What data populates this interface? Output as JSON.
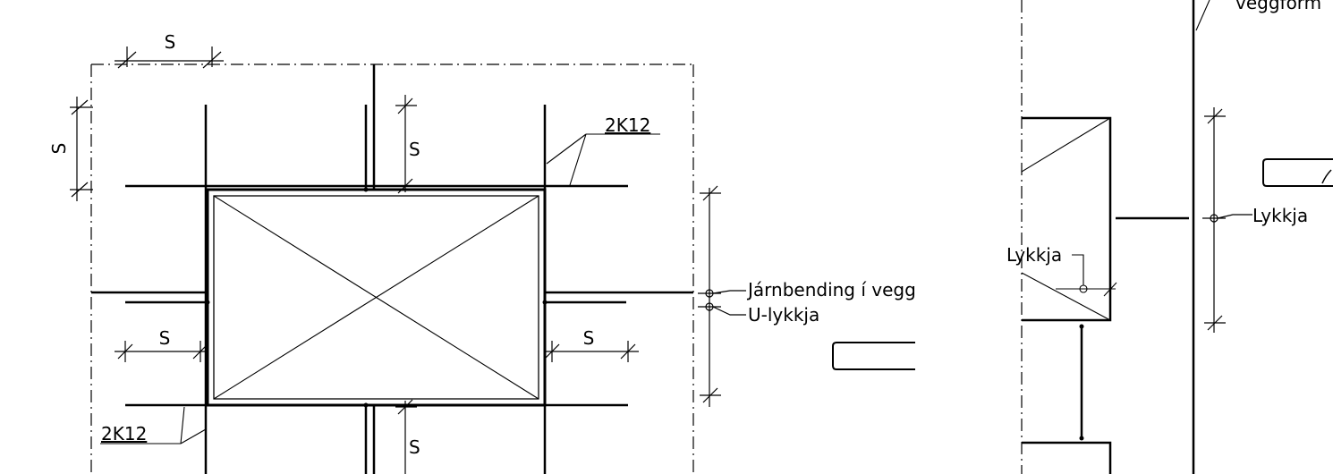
{
  "drawing": {
    "labels": {
      "s_top": "S",
      "s_left": "S",
      "s_upper_mid": "S",
      "bar_top_right": "2K12",
      "rebar_wall": "Járnbending í vegg",
      "u_loop": "U-lykkja",
      "s_mid_left": "S",
      "s_mid_right": "S",
      "bar_bottom_left": "2K12",
      "s_lower_mid": "S",
      "loop_left": "Lykkja",
      "loop_right": "Lykkja",
      "wall_form": "veggform"
    }
  }
}
